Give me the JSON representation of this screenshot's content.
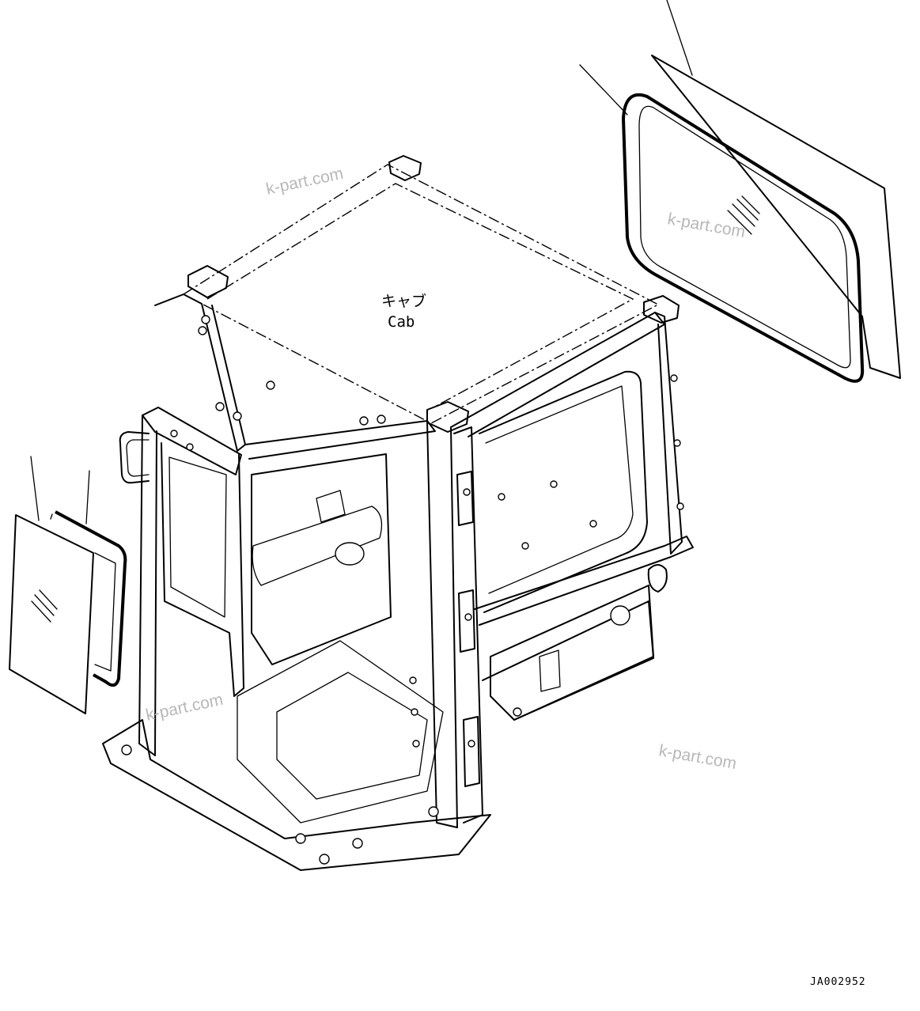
{
  "part_label": {
    "jp": "キャブ",
    "en": "Cab"
  },
  "watermarks": [
    "k-part.com",
    "k-part.com",
    "k-part.com",
    "k-part.com"
  ],
  "drawing_code": "JA002952"
}
